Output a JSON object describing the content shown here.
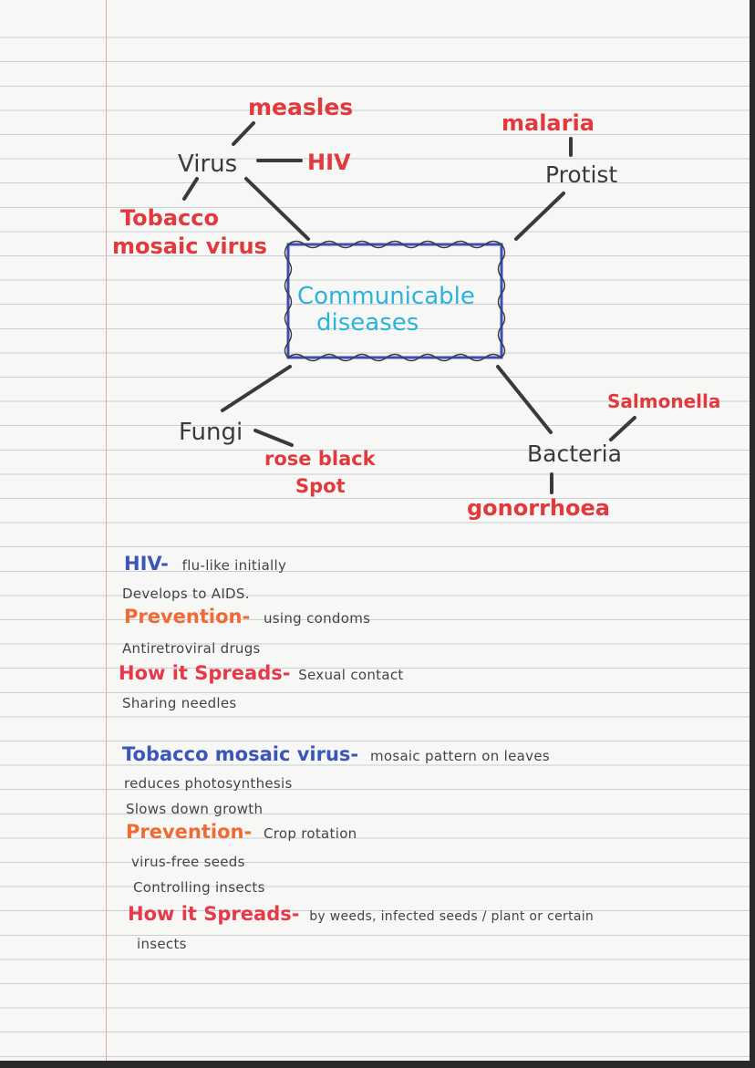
{
  "mindmap": {
    "center": "Communicable diseases",
    "center_lines": [
      "Communicable",
      "diseases"
    ],
    "branches": {
      "virus": {
        "label": "Virus",
        "examples": [
          "measles",
          "HIV"
        ],
        "tobacco_lines": [
          "Tobacco",
          "mosaic virus"
        ]
      },
      "protist": {
        "label": "Protist",
        "examples": [
          "malaria"
        ]
      },
      "fungi": {
        "label": "Fungi",
        "example_lines": [
          "rose black",
          "Spot"
        ]
      },
      "bacteria": {
        "label": "Bacteria",
        "examples": [
          "Salmonella",
          "gonorrhoea"
        ]
      }
    }
  },
  "notes": {
    "hiv": {
      "heading": "HIV-",
      "desc_1": "flu-like initially",
      "desc_2": "Develops to AIDS.",
      "prevention_heading": "Prevention-",
      "prevention_1": "using condoms",
      "prevention_2": "Antiretroviral drugs",
      "spreads_heading": "How it Spreads-",
      "spreads_1": "Sexual contact",
      "spreads_2": "Sharing needles"
    },
    "tmv": {
      "heading": "Tobacco mosaic virus-",
      "desc_1": "mosaic pattern on leaves",
      "desc_2": "reduces photosynthesis",
      "desc_3": "Slows down growth",
      "prevention_heading": "Prevention-",
      "prevention_1": "Crop rotation",
      "prevention_2": "virus-free seeds",
      "prevention_3": "Controlling insects",
      "spreads_heading": "How it Spreads-",
      "spreads_1": "by weeds, infected seeds / plant or certain",
      "spreads_2": "insects"
    }
  },
  "colors": {
    "red": "#e03a3e",
    "blue_heading": "#3b55b8",
    "orange": "#f06a33",
    "box_border": "#3a4fb0",
    "center_text": "#2bb3dc",
    "margin_rule": "#e8a7a7"
  }
}
